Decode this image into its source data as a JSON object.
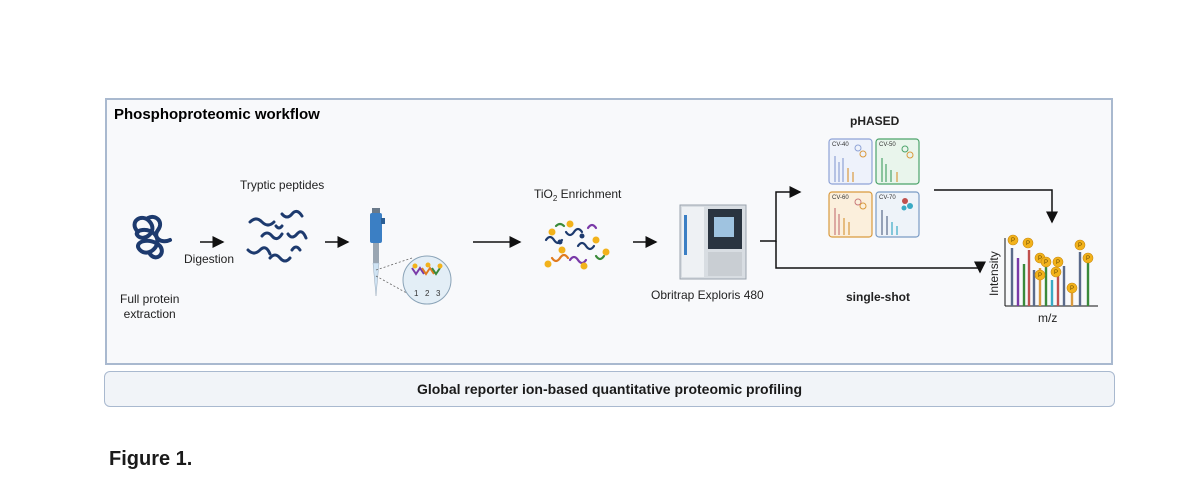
{
  "panel": {
    "title": "Phosphoproteomic workflow"
  },
  "steps": {
    "extraction": "Full protein\nextraction",
    "digestion": "Digestion",
    "tryptic": "Tryptic peptides",
    "tio2_prefix": "TiO",
    "tio2_sub": "2",
    "tio2_suffix": " Enrichment",
    "instrument": "Obritrap Exploris 480"
  },
  "fractions": [
    "1",
    "2",
    "3"
  ],
  "phased": {
    "title": "pHASED",
    "tiles": [
      {
        "label": "CV-40",
        "border": "#8fa3d6",
        "bg": "#eef2fb"
      },
      {
        "label": "CV-50",
        "border": "#4ca36a",
        "bg": "#e9f5ec"
      },
      {
        "label": "CV-60",
        "border": "#d99a3e",
        "bg": "#fbefdc"
      },
      {
        "label": "CV-70",
        "border": "#7a9bc4",
        "bg": "#eef3f9"
      }
    ]
  },
  "single_shot": "single-shot",
  "spectrum": {
    "ylabel": "Intensity",
    "xlabel": "m/z",
    "phospho_mark": "P"
  },
  "banner": "Global reporter ion-based quantitative proteomic profiling",
  "figure_label": "Figure 1.",
  "colors": {
    "protein": "#1d3a6e",
    "phospho": "#f2b21b",
    "panel_border": "#a9b9cf"
  }
}
